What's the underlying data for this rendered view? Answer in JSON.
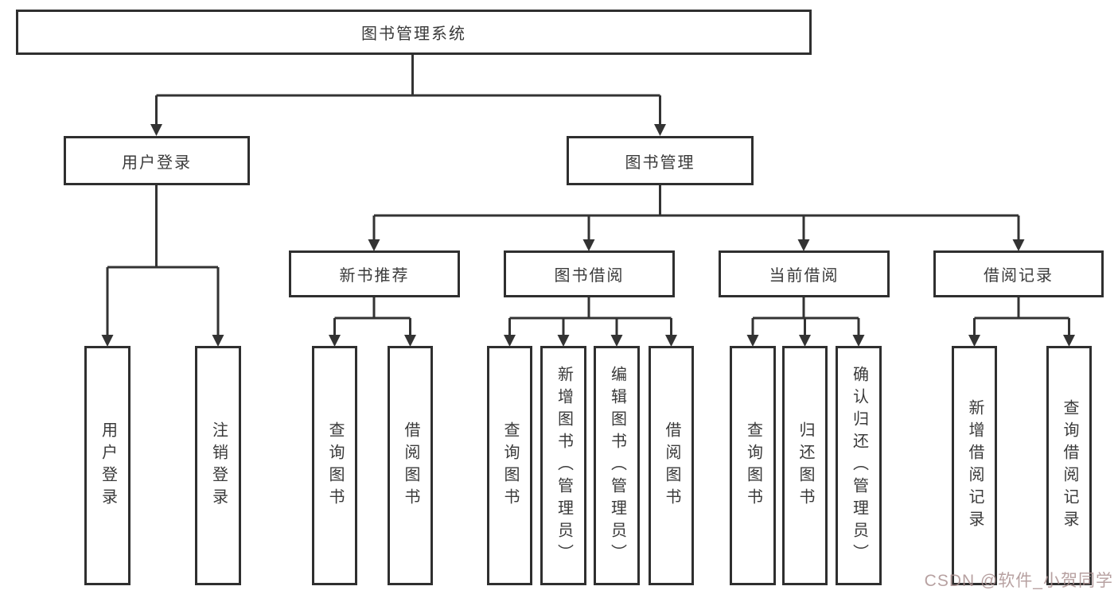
{
  "diagram": {
    "root": {
      "label": "图书管理系统"
    },
    "level2": {
      "user_login": {
        "label": "用户登录"
      },
      "book_mgmt": {
        "label": "图书管理"
      }
    },
    "level3": {
      "new_books": {
        "label": "新书推荐"
      },
      "book_borrow": {
        "label": "图书借阅"
      },
      "current_borrow": {
        "label": "当前借阅"
      },
      "borrow_records": {
        "label": "借阅记录"
      }
    },
    "leaves": {
      "user_login": [
        "用户登录",
        "注销登录"
      ],
      "new_books": [
        "查询图书",
        "借阅图书"
      ],
      "book_borrow": [
        "查询图书",
        "新增图书（管理员）",
        "编辑图书（管理员）",
        "借阅图书"
      ],
      "current_borrow": [
        "查询图书",
        "归还图书",
        "确认归还（管理员）"
      ],
      "borrow_records": [
        "新增借阅记录",
        "查询借阅记录"
      ]
    }
  },
  "watermark": "CSDN @软件_小贺同学",
  "colors": {
    "box_border": "#2f2f2f",
    "connector_line": "#333333",
    "text": "#3a3a3a",
    "background": "#ffffff",
    "watermark_text": "#ab9191"
  }
}
